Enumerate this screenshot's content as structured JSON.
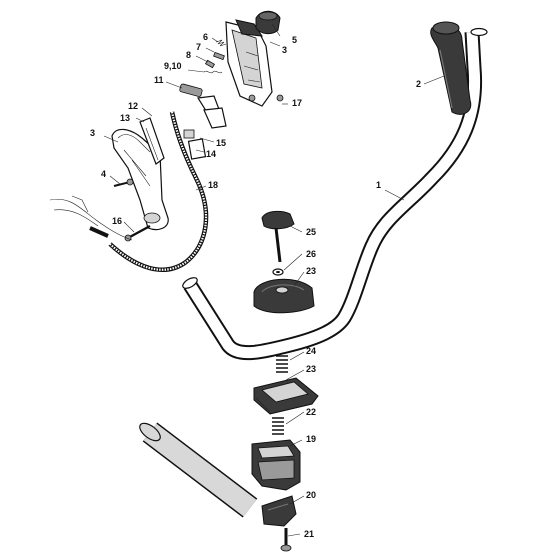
{
  "callouts": {
    "c1": "1",
    "c2": "2",
    "c3a": "3",
    "c3b": "3",
    "c4": "4",
    "c5": "5",
    "c6": "6",
    "c7": "7",
    "c8": "8",
    "c910": "9,10",
    "c11": "11",
    "c12": "12",
    "c13": "13",
    "c14": "14",
    "c15": "15",
    "c16": "16",
    "c17": "17",
    "c18": "18",
    "c19": "19",
    "c20": "20",
    "c21": "21",
    "c22": "22",
    "c23a": "23",
    "c23b": "23",
    "c24": "24",
    "c25": "25",
    "c26": "26"
  },
  "colors": {
    "ink": "#111111",
    "part_fill": "#ffffff",
    "rubber": "#3a3a3a",
    "shade": "#9a9a9a",
    "light_shade": "#d4d4d4"
  }
}
